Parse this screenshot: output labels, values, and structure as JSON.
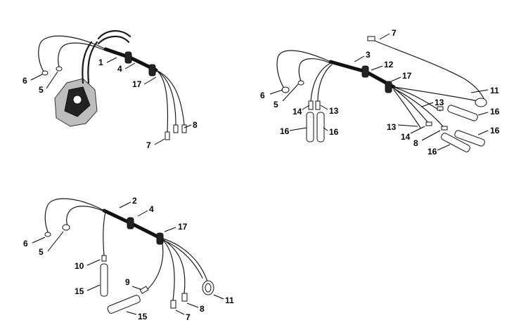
{
  "figure": {
    "assembly_1": {
      "callouts": [
        "1",
        "4",
        "17",
        "6",
        "5",
        "7",
        "8"
      ]
    },
    "assembly_2": {
      "callouts": [
        "7",
        "3",
        "12",
        "17",
        "11",
        "6",
        "5",
        "14",
        "13",
        "13",
        "16",
        "16",
        "13",
        "14",
        "8",
        "16",
        "16",
        "16"
      ]
    },
    "assembly_3": {
      "callouts": [
        "2",
        "4",
        "17",
        "6",
        "5",
        "10",
        "15",
        "9",
        "11",
        "8",
        "15",
        "7"
      ]
    }
  }
}
